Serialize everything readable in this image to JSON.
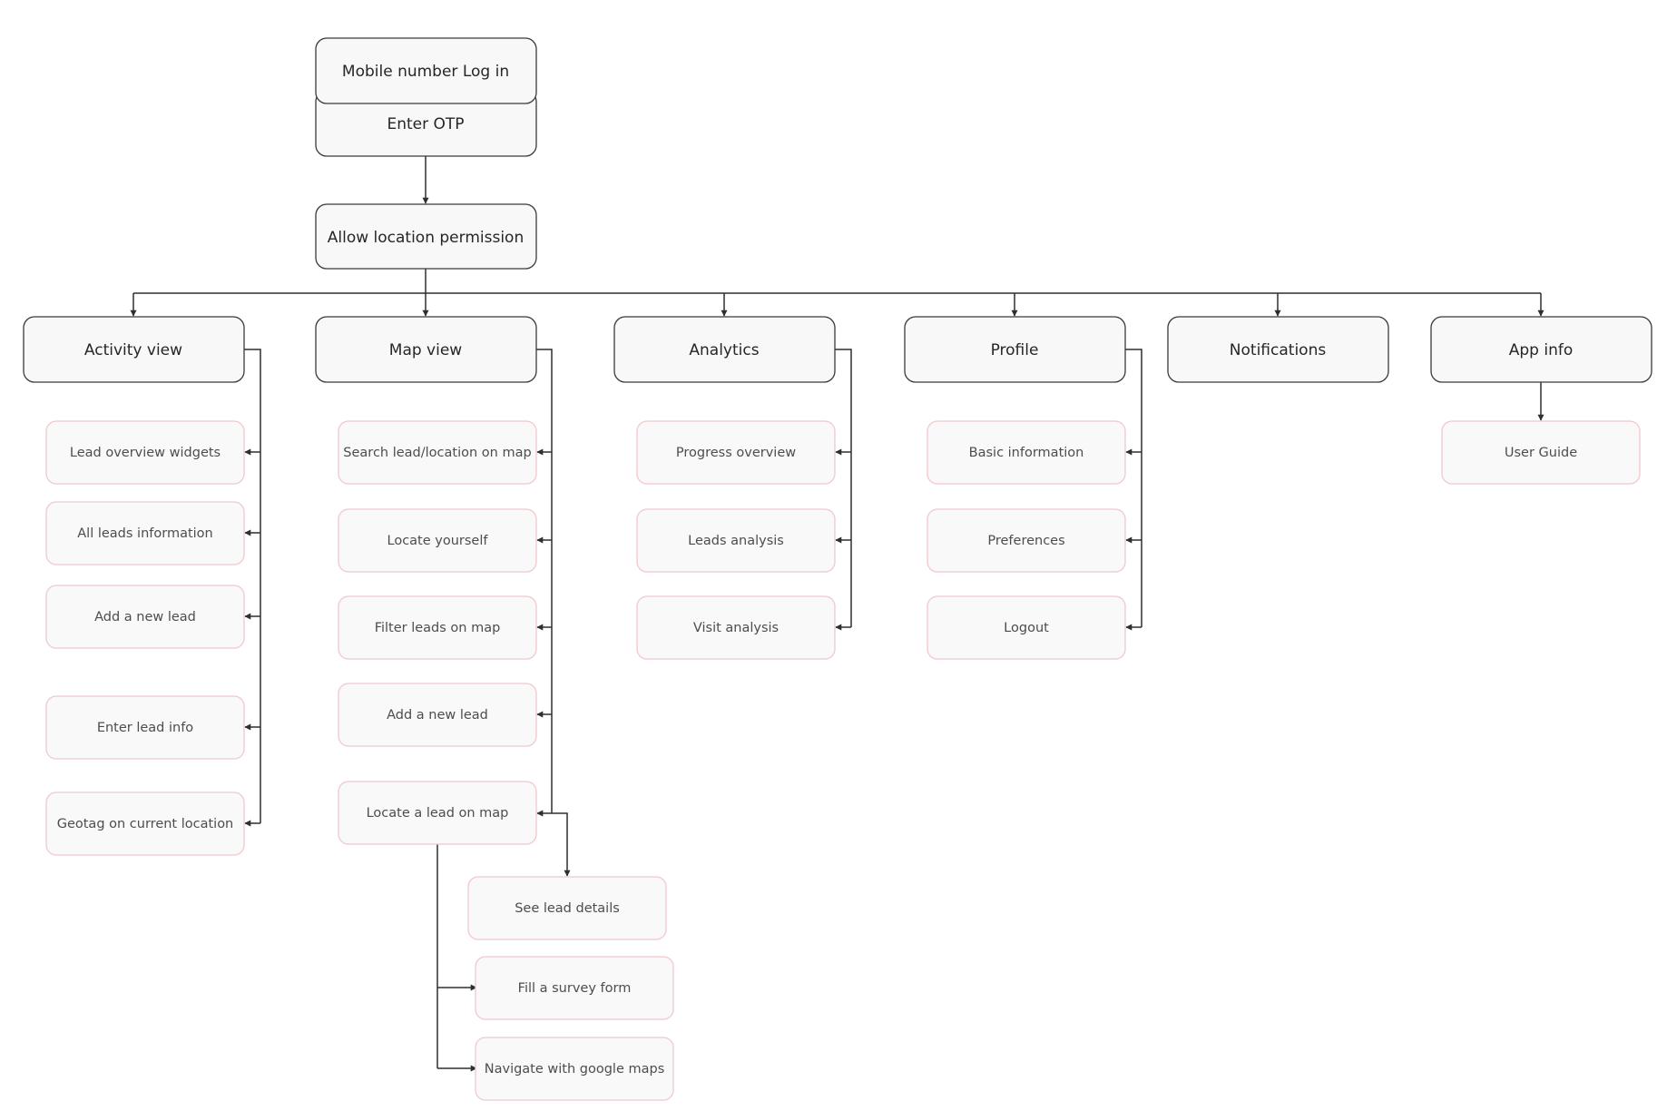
{
  "colors": {
    "main_border": "#3a3a3a",
    "sub_border": "#f1c8cc",
    "fill": "#f8f8f8",
    "line": "#2f2f2f"
  },
  "flow": {
    "login": "Mobile number Log in",
    "otp": "Enter OTP",
    "location": "Allow location permission"
  },
  "sections": {
    "activity": {
      "title": "Activity view",
      "items": [
        "Lead overview widgets",
        "All leads information",
        "Add a new lead",
        "Enter lead info",
        "Geotag on current location"
      ]
    },
    "map": {
      "title": "Map view",
      "items": [
        "Search lead/location on map",
        "Locate yourself",
        "Filter leads on map",
        "Add a new lead",
        "Locate a lead on map"
      ],
      "lead_actions": [
        "See lead details",
        "Fill a survey form",
        "Navigate with google maps"
      ]
    },
    "analytics": {
      "title": "Analytics",
      "items": [
        "Progress overview",
        "Leads analysis",
        "Visit analysis"
      ]
    },
    "profile": {
      "title": "Profile",
      "items": [
        "Basic information",
        "Preferences",
        "Logout"
      ]
    },
    "notifications": {
      "title": "Notifications"
    },
    "appinfo": {
      "title": "App info",
      "items": [
        "User Guide"
      ]
    }
  }
}
